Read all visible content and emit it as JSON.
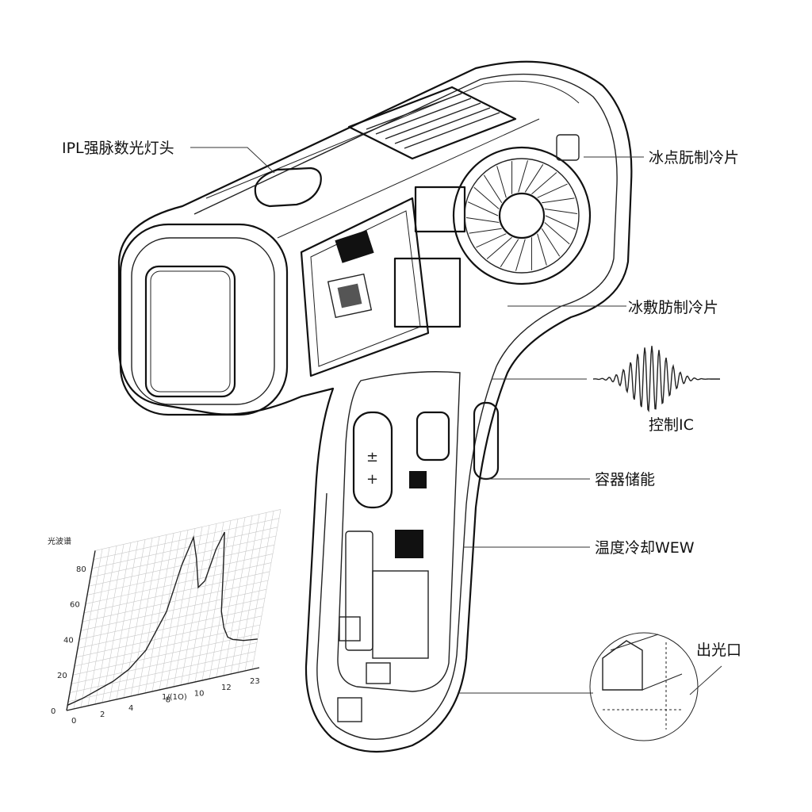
{
  "labels": {
    "ipl_head": "IPL强脉数光灯头",
    "ice_cool_plate": "冰点朊制冷片",
    "ice_compress_plate": "冰敷肪制冷片",
    "control_ic": "控制IC",
    "capacitor_storage": "容器储能",
    "temp_cooling": "温度冷却WEW",
    "light_outlet": "出光口"
  },
  "chart_data": {
    "type": "line",
    "title": "光波谱",
    "xlabel": "1/(1O)",
    "x_ticks": [
      "0",
      "2",
      "4",
      "8",
      "10",
      "12",
      "23"
    ],
    "y_ticks": [
      "0",
      "20",
      "40",
      "60",
      "80"
    ],
    "ylim": [
      0,
      90
    ],
    "grid": true,
    "series": [
      {
        "x": [
          0,
          1,
          2,
          3,
          4,
          5,
          6,
          6.5,
          7,
          7.5,
          8,
          8.4,
          8.8,
          9.2,
          9.6,
          10,
          10.4,
          10.8,
          11.2,
          11.6,
          12,
          13
        ],
        "values": [
          3,
          5,
          8,
          11,
          16,
          25,
          45,
          70,
          85,
          72,
          55,
          58,
          75,
          84,
          62,
          38,
          28,
          22,
          20,
          19,
          18,
          17
        ]
      }
    ]
  }
}
